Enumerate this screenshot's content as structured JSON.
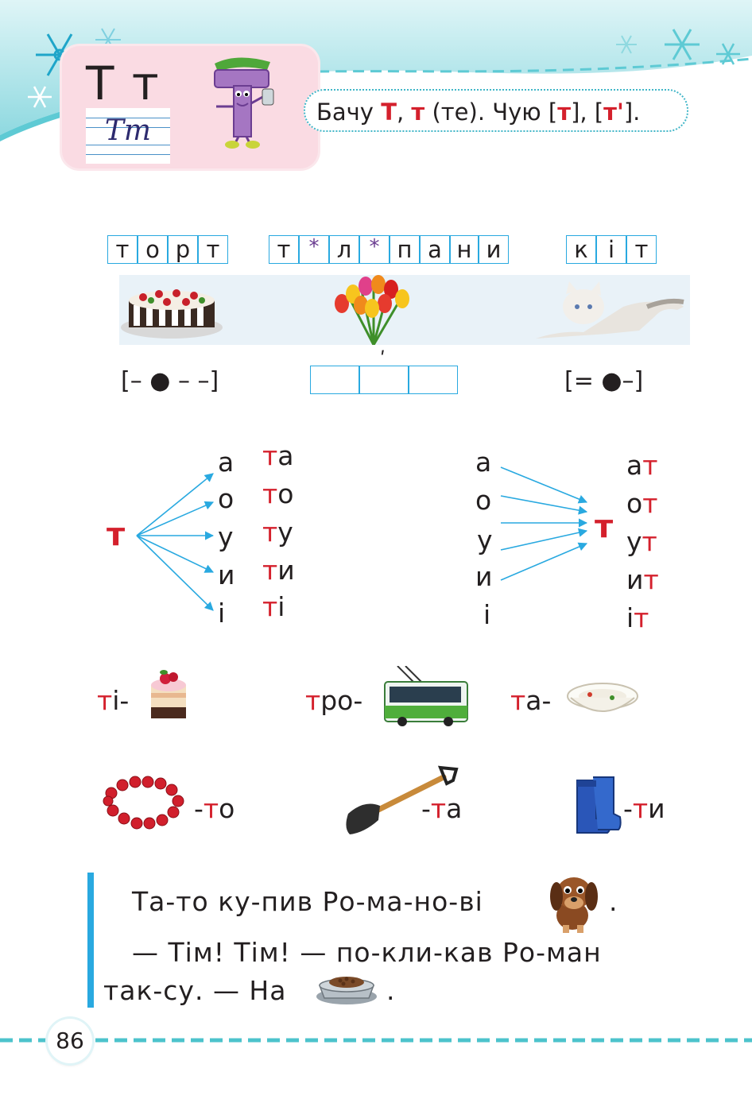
{
  "header": {
    "big_upper": "Т",
    "big_lower": "т",
    "script_letters": "Тт",
    "bubble": {
      "p1": "Бачу ",
      "upper": "Т",
      "p2": ", ",
      "lower": "т",
      "p3": " (те). Чую  [",
      "hard": "т",
      "p4": "], [",
      "soft": "т'",
      "p5": "]."
    }
  },
  "words": {
    "tort": [
      "т",
      "о",
      "р",
      "т"
    ],
    "tulpany": [
      "т",
      "*",
      "л",
      "*",
      "п",
      "а",
      "н",
      "и"
    ],
    "kit": [
      "к",
      "і",
      "т"
    ]
  },
  "schemes": {
    "tort": "[– ● – –]",
    "kit": "[= ●–]",
    "stress_mark": "ʹ"
  },
  "syllables_left": {
    "consonant": "т",
    "vowels": [
      "а",
      "о",
      "у",
      "и",
      "і"
    ],
    "results": [
      {
        "c": "т",
        "v": "а"
      },
      {
        "c": "т",
        "v": "о"
      },
      {
        "c": "т",
        "v": "у"
      },
      {
        "c": "т",
        "v": "и"
      },
      {
        "c": "т",
        "v": "і"
      }
    ]
  },
  "syllables_right": {
    "consonant": "т",
    "vowels": [
      "а",
      "о",
      "у",
      "и",
      "і"
    ],
    "results": [
      {
        "v": "а",
        "c": "т"
      },
      {
        "v": "о",
        "c": "т"
      },
      {
        "v": "у",
        "c": "т"
      },
      {
        "v": "и",
        "c": "т"
      },
      {
        "v": "і",
        "c": "т"
      }
    ]
  },
  "rebus_row1": [
    {
      "red": "т",
      "rest": "і-",
      "icon": "cake-icon"
    },
    {
      "red": "т",
      "rest": "ро-",
      "icon": "trolleybus-icon"
    },
    {
      "red": "т",
      "rest": "а-",
      "icon": "plate-icon"
    }
  ],
  "rebus_row2": [
    {
      "dash": "-",
      "red": "т",
      "rest": "о",
      "icon": "beads-icon"
    },
    {
      "dash": "-",
      "red": "т",
      "rest": "а",
      "icon": "shovel-icon"
    },
    {
      "dash": "-",
      "red": "т",
      "rest": "и",
      "icon": "boots-icon"
    }
  ],
  "reading": {
    "line1": "Та-то  ку-пив  Ро-ма-но-ві",
    "line1_end": ".",
    "line2": "— Тім!  Тім!  — по-кли-кав   Ро-ман",
    "line3": "так-су. — На",
    "line3_end": "."
  },
  "page_number": "86",
  "colors": {
    "accent": "#d4202c",
    "cyan": "#29a9e0",
    "teal": "#4cc3cc",
    "pink": "#fadbe3"
  }
}
